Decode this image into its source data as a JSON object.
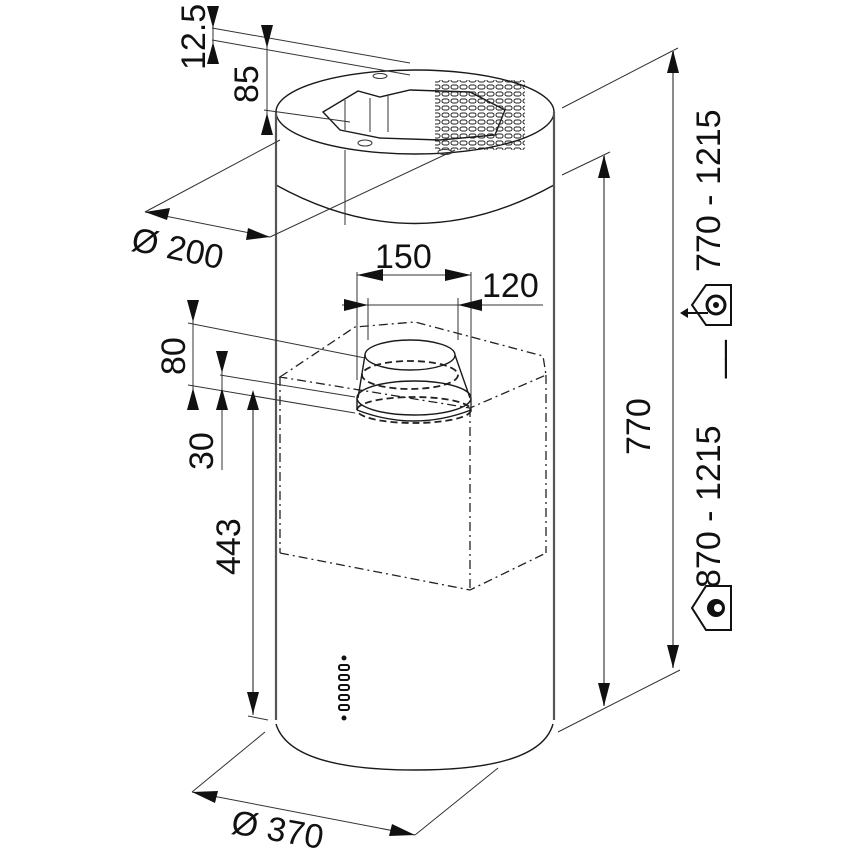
{
  "diagram": {
    "subject": "Cylindrical island cooker hood - dimension drawing",
    "units": "mm",
    "dimensions": {
      "top_offset": "12.5",
      "top_ring_height": "85",
      "top_diameter": "Ø 200",
      "outlet_outer": "150",
      "outlet_inner": "120",
      "adapter_height": "80",
      "adapter_step": "30",
      "lower_height": "443",
      "body_height": "770",
      "body_diameter": "Ø 370",
      "range_recirculation": "870 - 1215",
      "range_ducted": "770 - 1215",
      "range_separator": "__"
    },
    "icons": {
      "recirculation": "house-recirculation-icon",
      "ducted": "house-extraction-icon"
    },
    "colors": {
      "line": "#1a1a1a",
      "body_outline": "#555555",
      "dimension_line": "#8a8a8a",
      "background": "#ffffff"
    }
  }
}
